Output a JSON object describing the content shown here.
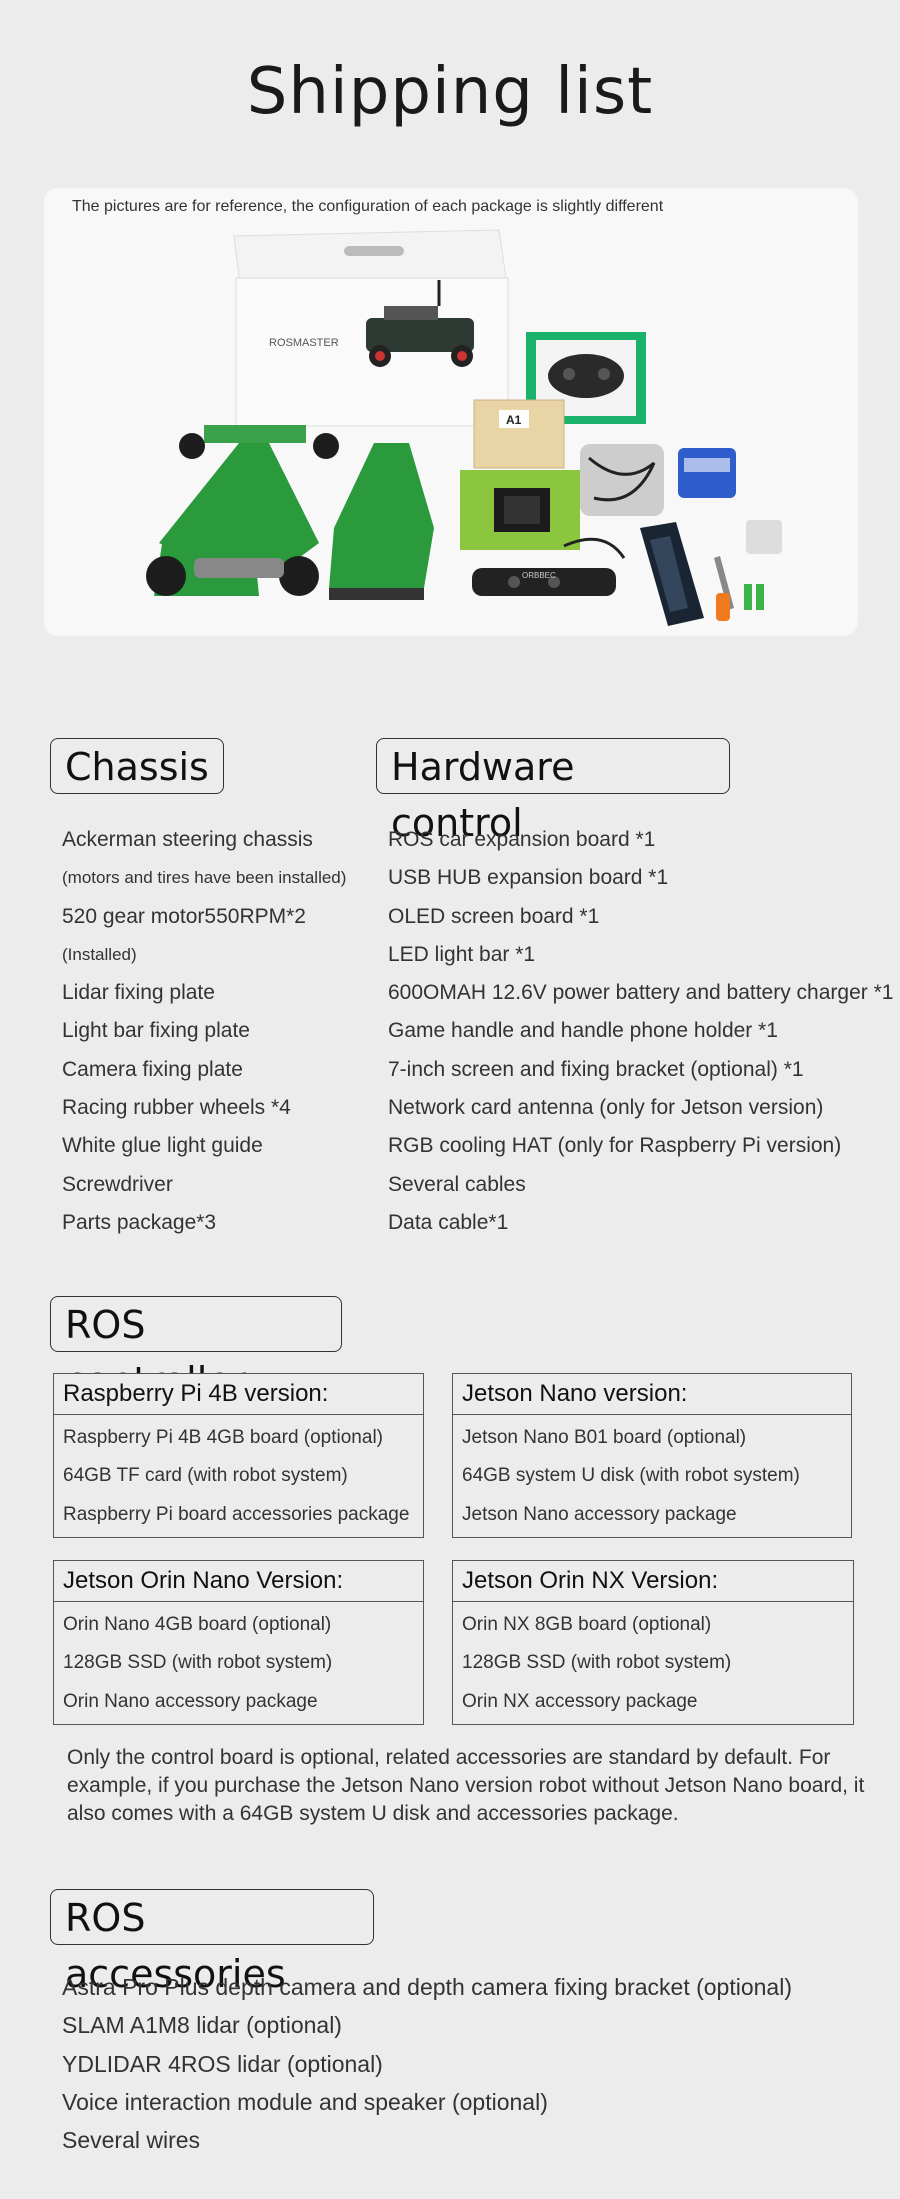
{
  "title": "Shipping list",
  "photo": {
    "caption": "The pictures are for reference, the configuration of each package is slightly different",
    "box_brand": "ROSMASTER",
    "box_label": "A1",
    "camera_brand": "ORBBEC"
  },
  "chassis": {
    "heading": "Chassis",
    "items": [
      {
        "text": "Ackerman steering chassis",
        "small": false
      },
      {
        "text": "(motors and tires have been installed)",
        "small": true
      },
      {
        "text": "520 gear motor550RPM*2",
        "small": false
      },
      {
        "text": "(Installed)",
        "small": true
      },
      {
        "text": "Lidar fixing plate",
        "small": false
      },
      {
        "text": "Light bar fixing plate",
        "small": false
      },
      {
        "text": "Camera fixing plate",
        "small": false
      },
      {
        "text": "Racing rubber wheels *4",
        "small": false
      },
      {
        "text": "White glue light guide",
        "small": false
      },
      {
        "text": "Screwdriver",
        "small": false
      },
      {
        "text": "Parts package*3",
        "small": false
      }
    ]
  },
  "hardware": {
    "heading": "Hardware control",
    "items": [
      "ROS car expansion board *1",
      "USB HUB expansion board *1",
      "OLED screen board *1",
      "LED light bar *1",
      "600OMAH 12.6V power battery and battery charger *1",
      "Game handle and handle phone holder *1",
      "7-inch screen and fixing bracket (optional) *1",
      "Network card antenna (only for Jetson version)",
      "RGB cooling HAT (only for Raspberry Pi version)",
      "Several cables",
      "Data cable*1"
    ]
  },
  "ros_controller": {
    "heading": "ROS controller",
    "versions": [
      {
        "title": "Raspberry Pi 4B version:",
        "items": [
          "Raspberry Pi 4B 4GB board (optional)",
          "64GB TF card (with robot system)",
          "Raspberry Pi board accessories package"
        ]
      },
      {
        "title": "Jetson Nano version:",
        "items": [
          "Jetson Nano B01 board (optional)",
          "64GB system U disk (with robot system)",
          "Jetson Nano accessory package"
        ]
      },
      {
        "title": "Jetson Orin Nano Version:",
        "items": [
          "Orin Nano 4GB board (optional)",
          "128GB SSD (with robot system)",
          "Orin Nano accessory package"
        ]
      },
      {
        "title": "Jetson Orin NX Version:",
        "items": [
          "Orin NX 8GB board (optional)",
          "128GB SSD (with robot system)",
          "Orin NX accessory package"
        ]
      }
    ],
    "note": "Only the control board is optional, related accessories are standard by default. For example, if you purchase the Jetson Nano version robot without Jetson Nano board, it also comes with a 64GB system U disk and accessories package."
  },
  "ros_accessories": {
    "heading": "ROS accessories",
    "items": [
      " Astra Pro Plus depth camera and depth camera fixing bracket (optional)",
      "SLAM A1M8 lidar (optional)",
      "YDLIDAR 4ROS lidar (optional)",
      "Voice interaction module and speaker (optional)",
      "Several wires"
    ]
  }
}
